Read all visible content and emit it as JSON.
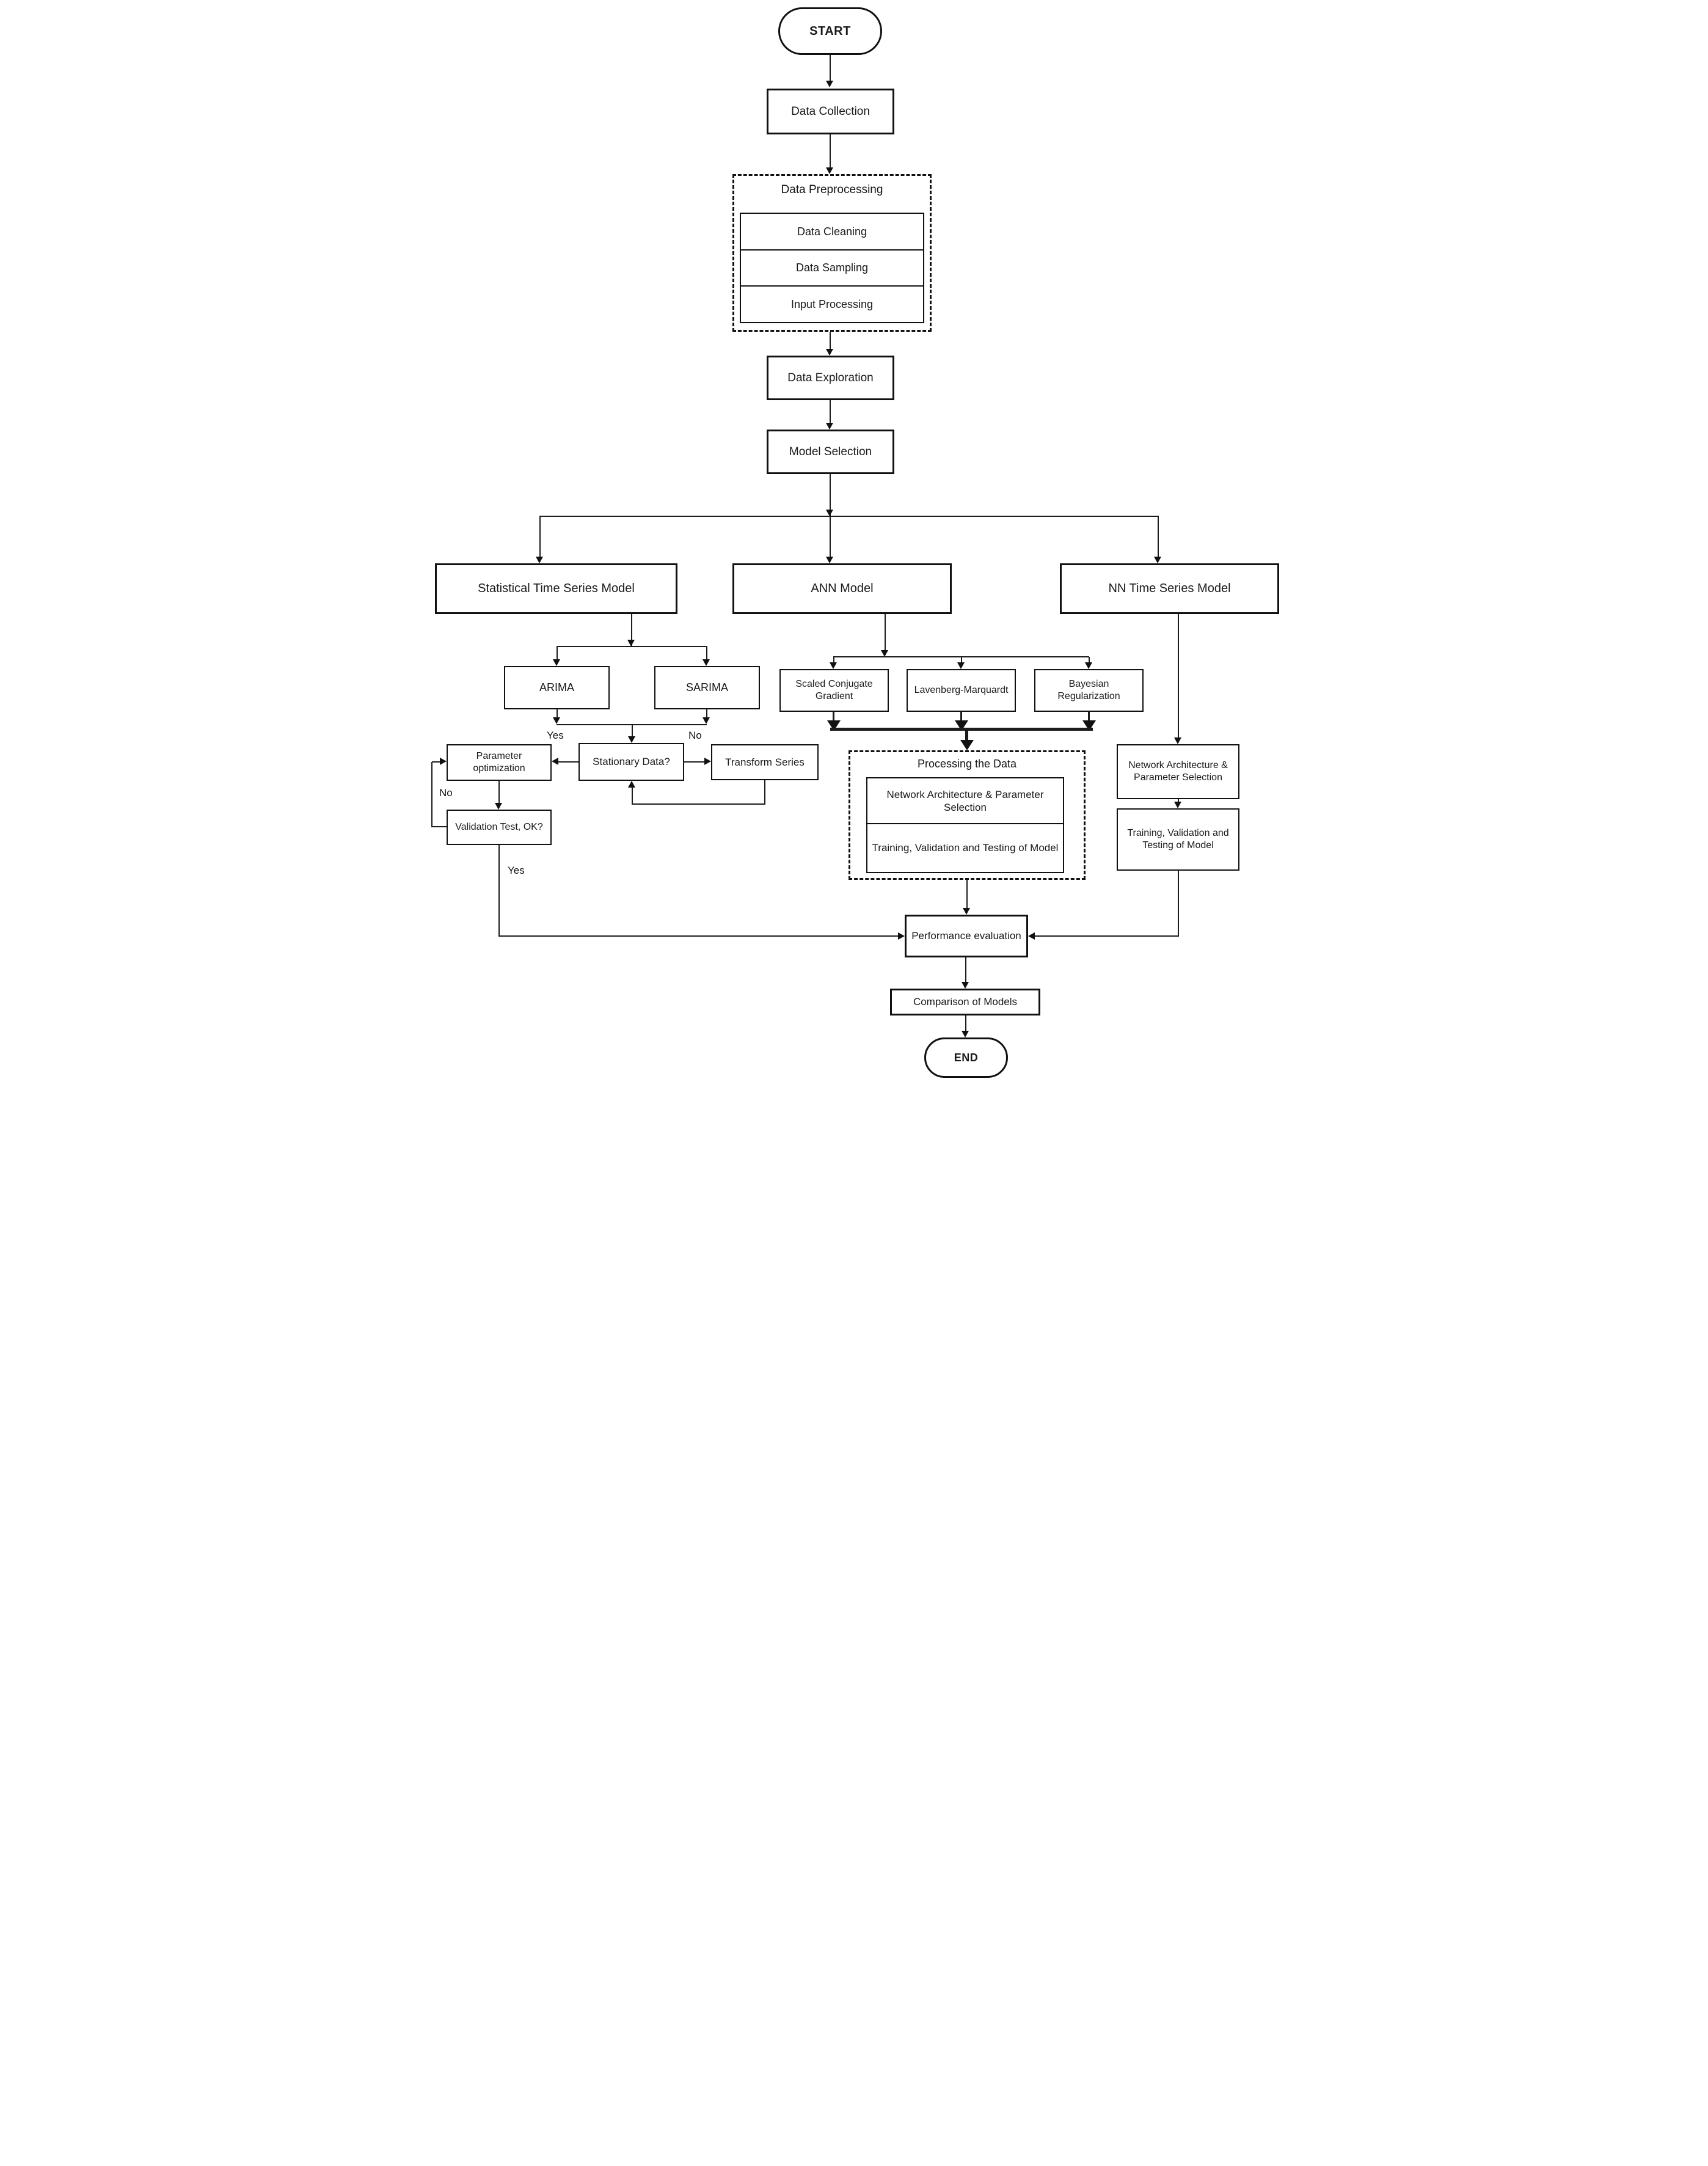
{
  "diagram": {
    "title_hint": "Model development flowchart",
    "nodes": {
      "start": "START",
      "data_collection": "Data Collection",
      "preprocessing_title": "Data Preprocessing",
      "data_cleaning": "Data Cleaning",
      "data_sampling": "Data Sampling",
      "input_processing": "Input Processing",
      "data_exploration": "Data Exploration",
      "model_selection": "Model Selection",
      "statistical_model": "Statistical Time Series Model",
      "ann_model": "ANN Model",
      "nn_model": "NN Time Series Model",
      "arima": "ARIMA",
      "sarima": "SARIMA",
      "scaled_conjugate_gradient": "Scaled Conjugate Gradient",
      "lavenberg_marquardt": "Lavenberg-Marquardt",
      "bayesian_regularization": "Bayesian Regularization",
      "stationary_data": "Stationary Data?",
      "parameter_optimization": "Parameter optimization",
      "transform_series": "Transform Series",
      "validation_test": "Validation Test, OK?",
      "processing_title": "Processing the Data",
      "ann_network_architecture": "Network Architecture & Parameter Selection",
      "ann_training": "Training, Validation and Testing of Model",
      "nn_network_architecture": "Network Architecture & Parameter Selection",
      "nn_training": "Training, Validation and Testing of Model",
      "performance_evaluation": "Performance evaluation",
      "comparison_of_models": "Comparison of Models",
      "end": "END"
    },
    "edge_labels": {
      "stationary_yes": "Yes",
      "stationary_no": "No",
      "validation_no": "No",
      "validation_yes": "Yes"
    },
    "colors": {
      "line": "#1c1c1c",
      "box_border": "#111111",
      "box_bg": "#ffffff",
      "text": "#1a1a1a"
    }
  }
}
